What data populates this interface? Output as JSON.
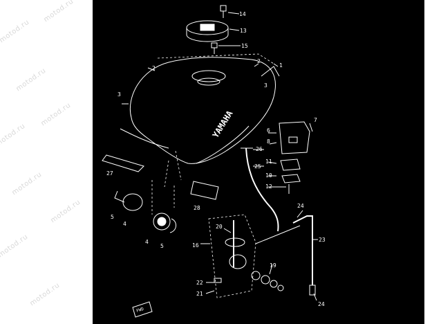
{
  "watermark": "motod.ru",
  "tank_logo": "YAMAHA",
  "direction_badge": "FWD",
  "callouts": [
    "14",
    "13",
    "15",
    "1",
    "2",
    "3",
    "3",
    "2",
    "7",
    "6",
    "8",
    "11",
    "10",
    "12",
    "26",
    "25",
    "27",
    "28",
    "24",
    "5",
    "4",
    "4",
    "5",
    "20",
    "16",
    "23",
    "19",
    "22",
    "21",
    "24"
  ]
}
